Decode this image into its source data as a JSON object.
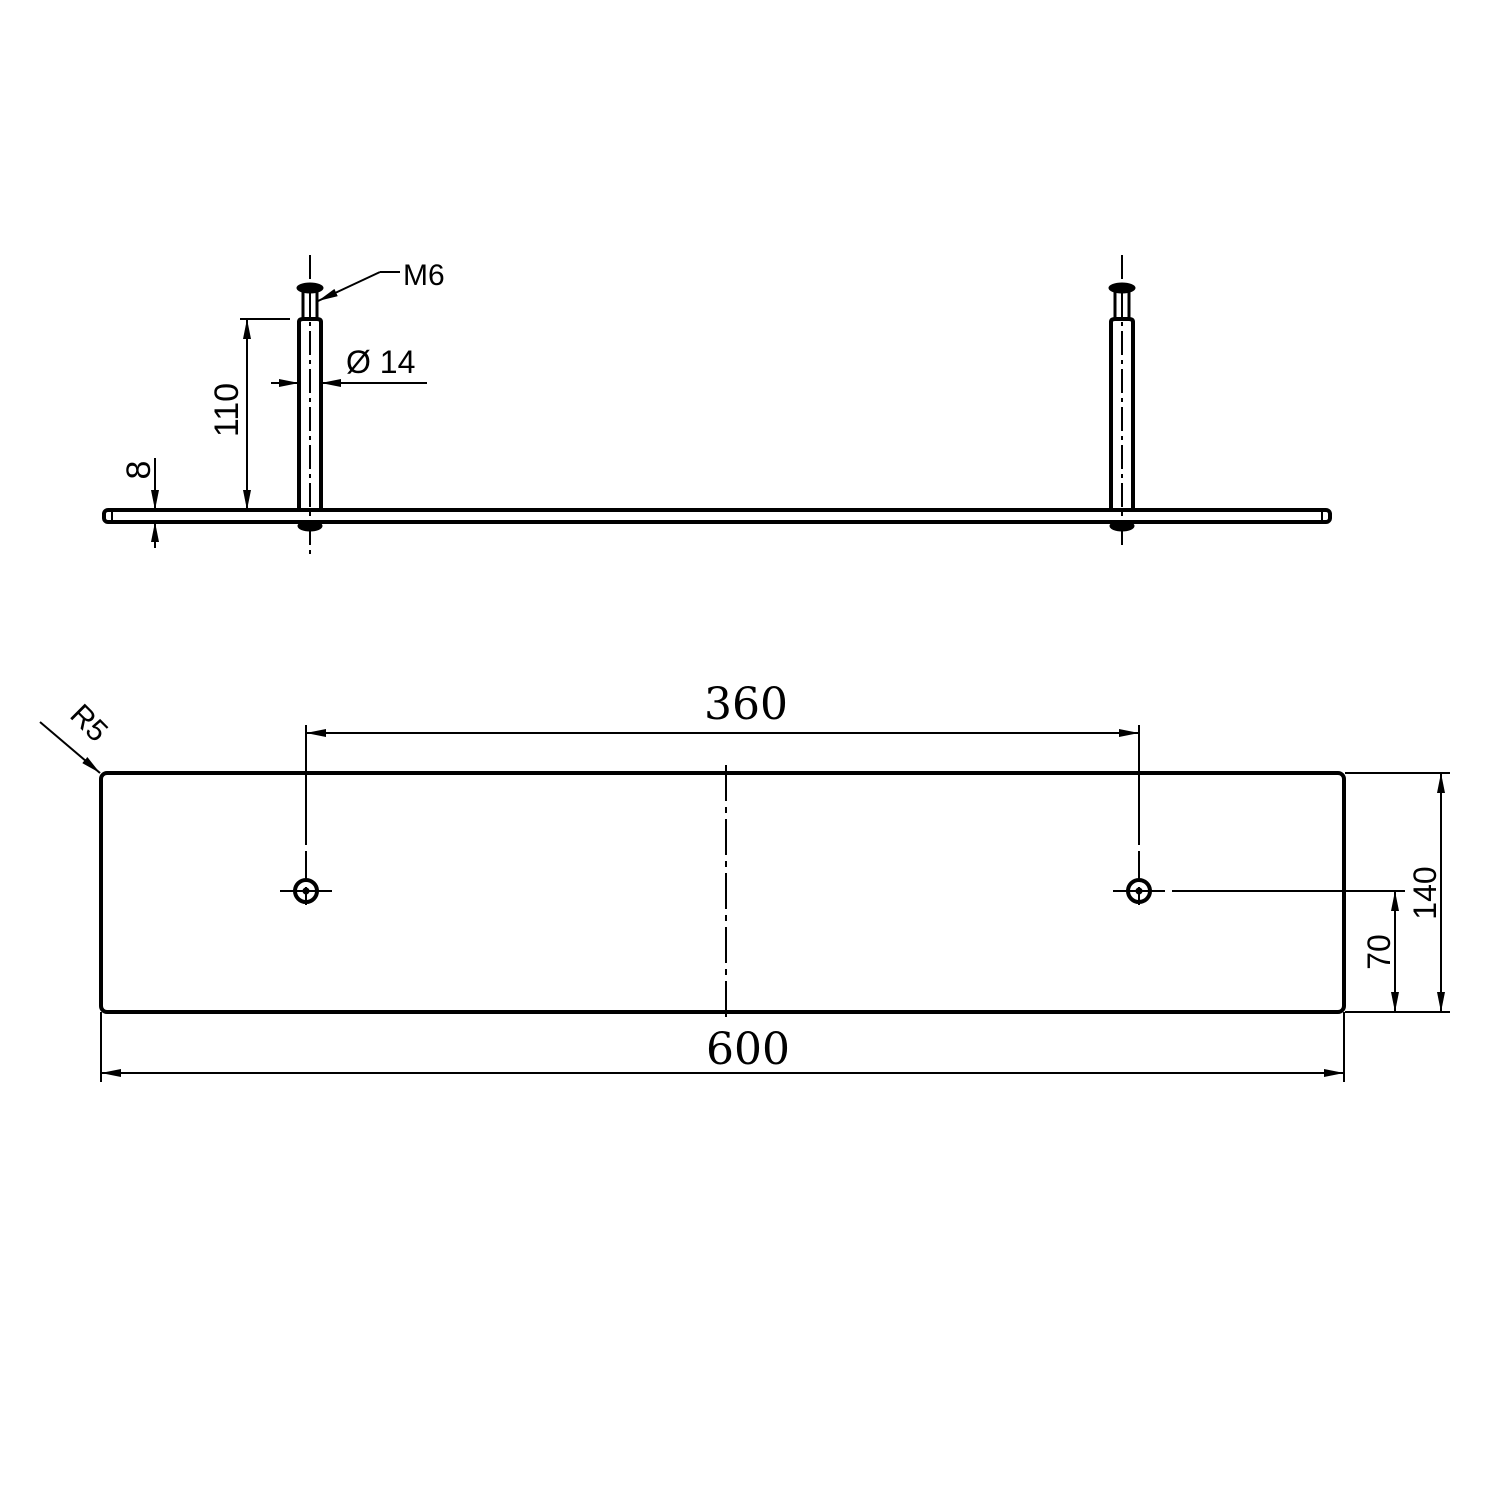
{
  "side_view": {
    "thread_label": "M6",
    "diameter_label": "Ø 14",
    "post_height_label": "110",
    "thickness_label": "8"
  },
  "top_view": {
    "hole_spacing_label": "360",
    "length_label": "600",
    "width_label": "140",
    "hole_offset_label": "70",
    "corner_radius_label": "R5"
  },
  "colors": {
    "line": "#000000",
    "background": "#ffffff"
  }
}
